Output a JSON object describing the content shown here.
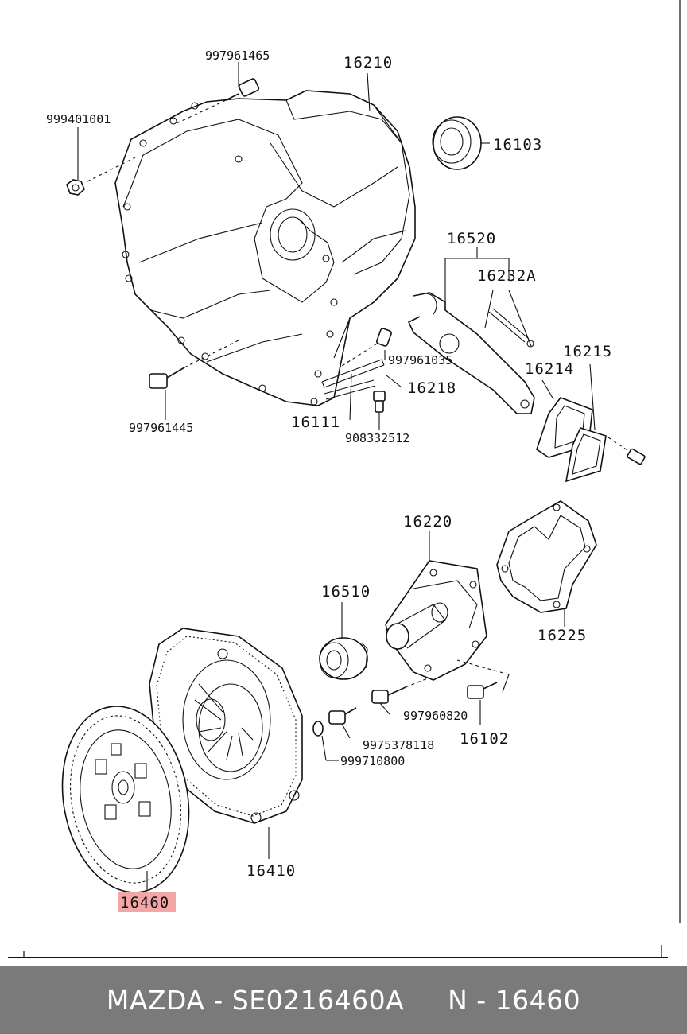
{
  "diagram": {
    "labels": {
      "p997961465": "997961465",
      "p16210": "16210",
      "p999401001": "999401001",
      "p16103": "16103",
      "p16520": "16520",
      "p16232A": "16232A",
      "p997961035": "997961035",
      "p16218": "16218",
      "p16215": "16215",
      "p16214": "16214",
      "p997961445": "997961445",
      "p16111": "16111",
      "p908332512": "908332512",
      "p16220": "16220",
      "p16510": "16510",
      "p16225": "16225",
      "p997960820": "997960820",
      "p9975378118": "9975378118",
      "p16102": "16102",
      "p999710800": "999710800",
      "p16410": "16410",
      "p16460": "16460"
    },
    "highlight_color": "#f4a6a6"
  },
  "footer": {
    "brand": "MAZDA",
    "sep1": " - ",
    "code": "SE0216460A",
    "gap": "     ",
    "n": "N",
    "sep2": " - ",
    "num": "16460"
  }
}
